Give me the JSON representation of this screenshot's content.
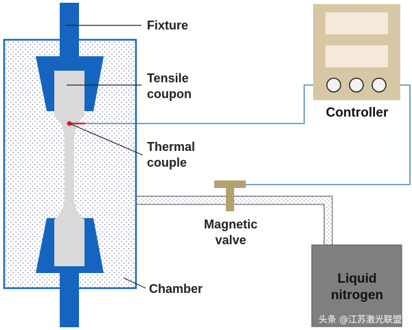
{
  "labels": {
    "fixture": "Fixture",
    "tensile_line1": "Tensile",
    "tensile_line2": "coupon",
    "thermal_line1": "Thermal",
    "thermal_line2": "couple",
    "magnetic_line1": "Magnetic",
    "magnetic_line2": "valve",
    "chamber": "Chamber",
    "controller": "Controller",
    "nitrogen_line1": "Liquid",
    "nitrogen_line2": "nitrogen"
  },
  "watermark": "头条 @江苏激光联盟",
  "colors": {
    "fixture_blue": "#1565c0",
    "coupon_gray": "#d9d9d9",
    "chamber_border": "#1565c0",
    "chamber_dots": "#8a8fb5",
    "controller_tan": "#d8c7a4",
    "controller_screen": "#f5e9dc",
    "valve_olive": "#b5a16e",
    "nitrogen_gray": "#7f7f7f",
    "wire_blue": "#1f6fb0",
    "thermocouple_red": "#e02020"
  }
}
